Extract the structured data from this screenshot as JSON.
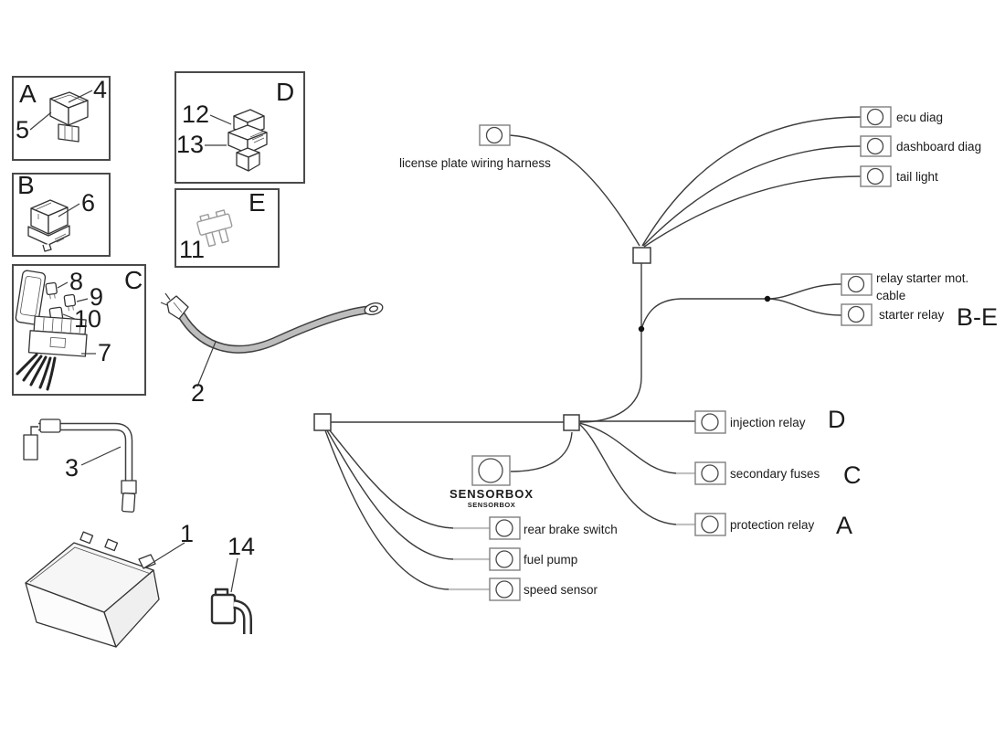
{
  "palette": {
    "background": "#ffffff",
    "line": "#3c3c3c",
    "cable_gray": "#bdbdbd",
    "faded_wire": "#c2c2c2"
  },
  "inset_boxes": {
    "a": {
      "letter": "A",
      "num4": "4",
      "num5": "5"
    },
    "b": {
      "letter": "B",
      "num6": "6"
    },
    "c": {
      "letter": "C",
      "num7": "7",
      "num8": "8",
      "num9": "9",
      "num10": "10"
    },
    "d": {
      "letter": "D",
      "num12": "12",
      "num13": "13"
    },
    "e": {
      "letter": "E",
      "num11": "11"
    }
  },
  "loose_parts": {
    "num1": "1",
    "num2": "2",
    "num3": "3",
    "num14": "14"
  },
  "harness": {
    "license_plate_label": "license plate wiring harness",
    "ecu_diag_label": "ecu diag",
    "dashboard_diag_label": "dashboard diag",
    "tail_light_label": "tail light",
    "relay_starter_label_line1": "relay starter mot.",
    "relay_starter_label_line2": "cable",
    "starter_relay_label": "starter relay",
    "starter_relay_ref": "B-E",
    "injection_relay_label": "injection relay",
    "injection_relay_ref": "D",
    "secondary_fuses_label": "secondary fuses",
    "secondary_fuses_ref": "C",
    "protection_relay_label": "protection relay",
    "protection_relay_ref": "A",
    "rear_brake_switch_label": "rear brake switch",
    "fuel_pump_label": "fuel pump",
    "speed_sensor_label": "speed sensor",
    "sensorbox_label": "SENSORBOX",
    "sensorbox_sublabel": "SENSORBOX"
  }
}
